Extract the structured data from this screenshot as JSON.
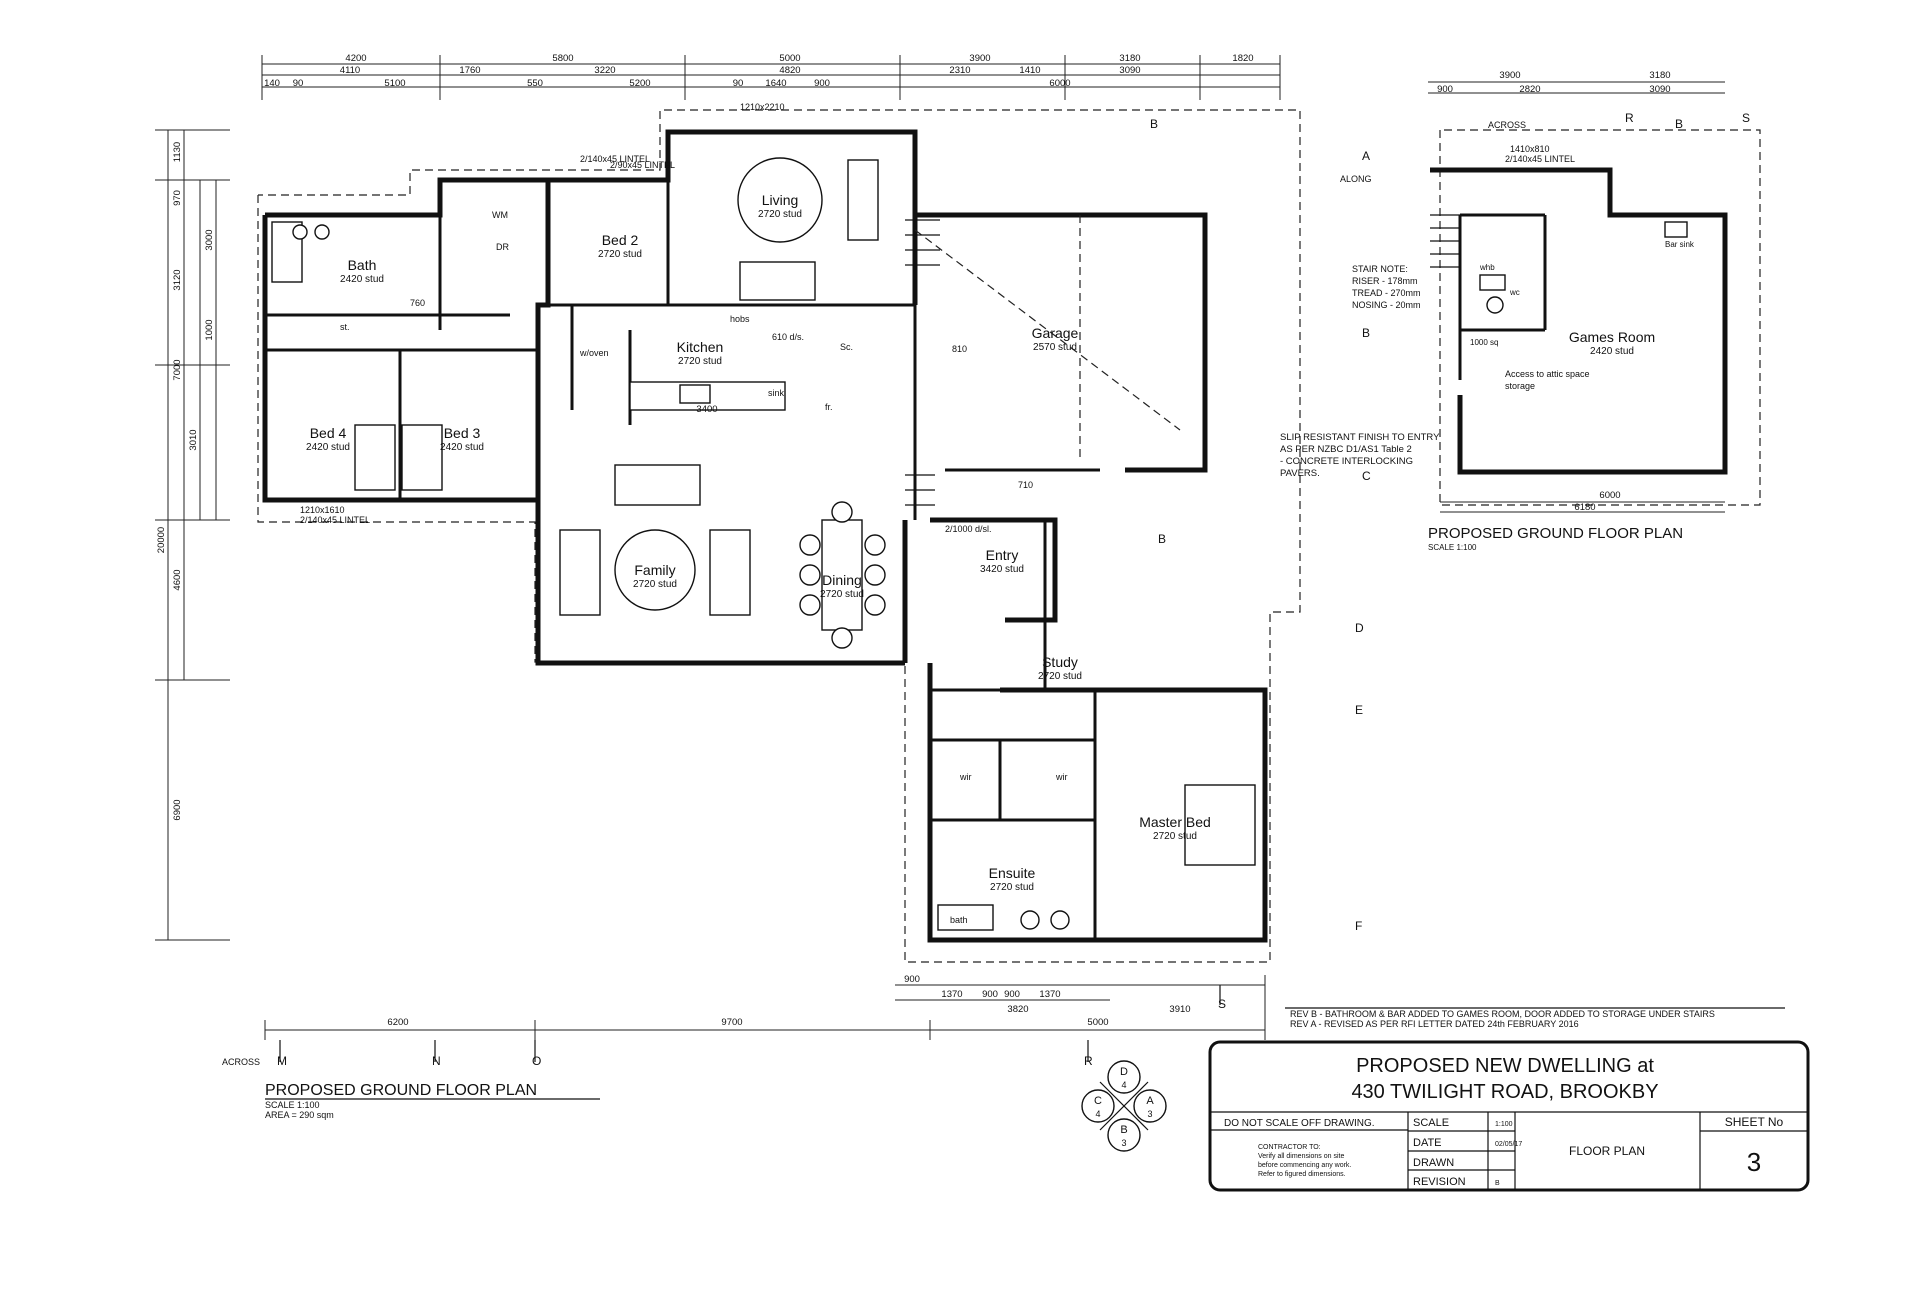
{
  "main_plan": {
    "title": "PROPOSED GROUND FLOOR PLAN",
    "scale": "SCALE 1:100",
    "area": "AREA = 290 sqm",
    "rooms": [
      {
        "name": "Bath",
        "stud": "2420 stud"
      },
      {
        "name": "Bed 2",
        "stud": "2720 stud"
      },
      {
        "name": "Living",
        "stud": "2720 stud"
      },
      {
        "name": "Kitchen",
        "stud": "2720 stud"
      },
      {
        "name": "Garage",
        "stud": "2570 stud"
      },
      {
        "name": "Bed 4",
        "stud": "2420 stud"
      },
      {
        "name": "Bed 3",
        "stud": "2420 stud"
      },
      {
        "name": "Family",
        "stud": "2720 stud"
      },
      {
        "name": "Dining",
        "stud": "2720 stud"
      },
      {
        "name": "Entry",
        "stud": "3420 stud"
      },
      {
        "name": "Study",
        "stud": "2720 stud"
      },
      {
        "name": "Master Bed",
        "stud": "2720 stud"
      },
      {
        "name": "Ensuite",
        "stud": "2720 stud"
      }
    ],
    "top_dims_row1": [
      "4200",
      "5800",
      "5000",
      "3900",
      "3180",
      "1820"
    ],
    "top_dims_row2": [
      "4110",
      "1760",
      "3220",
      "4820",
      "2310",
      "1410",
      "3090"
    ],
    "top_dims_row3": [
      "140",
      "90",
      "5100",
      "550",
      "5200",
      "90",
      "1640",
      "900",
      "6000"
    ],
    "bottom_dims": [
      "6200",
      "9700",
      "3910",
      "5000"
    ],
    "bottom_dims_small": [
      "900",
      "1370",
      "900",
      "900",
      "1370",
      "3820"
    ],
    "left_dims": [
      "1130",
      "970",
      "3000",
      "3120",
      "1000",
      "7000",
      "3010",
      "4600",
      "20000",
      "6900"
    ],
    "lintels": [
      "2/90x45 LINTEL",
      "2/140x45 LINTEL",
      "1210x2210",
      "1210x1610",
      "2/140x45 LINTEL"
    ],
    "labels": {
      "st": "st.",
      "wm": "WM",
      "dr": "DR",
      "hobs": "hobs",
      "sink": "sink",
      "woven": "w/oven",
      "fr": "fr.",
      "sc": "Sc.",
      "bath": "bath",
      "wir": "wir",
      "dw": "610 d/s.",
      "width3400": "3400",
      "entry_dim": "2/1000 d/sl.",
      "door810": "810",
      "door710": "710",
      "door760": "760"
    }
  },
  "games_plan": {
    "title": "PROPOSED GROUND FLOOR PLAN",
    "scale": "SCALE 1:100",
    "room": {
      "name": "Games Room",
      "stud": "2420 stud"
    },
    "top_dims1": [
      "3900",
      "3180"
    ],
    "top_dims2": [
      "900",
      "2820",
      "3090"
    ],
    "bottom_dims": [
      "6000",
      "6180"
    ],
    "stair_note": [
      "STAIR NOTE:",
      "RISER - 178mm",
      "TREAD - 270mm",
      "NOSING - 20mm"
    ],
    "storage_note": [
      "Access to attic space",
      "storage"
    ],
    "bar_sink": "Bar sink",
    "whb": "whb",
    "wc": "wc",
    "door_1000": "1000 sq",
    "lintel": "1410x810",
    "lintel2": "2/140x45 LINTEL",
    "across": "ACROSS",
    "along": "ALONG"
  },
  "slip_note": [
    "SLIP RESISTANT FINISH TO ENTRY",
    "AS PER NZBC D1/AS1 Table 2",
    "- CONCRETE INTERLOCKING",
    "PAVERS."
  ],
  "revisions": [
    "REV B - BATHROOM & BAR ADDED TO GAMES ROOM, DOOR ADDED TO STORAGE UNDER STAIRS",
    "REV A - REVISED AS PER RFI LETTER DATED 24th FEBRUARY 2016"
  ],
  "section_markers": [
    "A",
    "B",
    "C",
    "D",
    "E",
    "F",
    "M",
    "N",
    "O",
    "R",
    "S"
  ],
  "across_label": "ACROSS",
  "compass": {
    "top": "D",
    "top_num": "4",
    "left": "C",
    "left_num": "4",
    "right": "A",
    "right_num": "3",
    "bottom": "B",
    "bottom_num": "3"
  },
  "title_block": {
    "project_line1": "PROPOSED NEW DWELLING at",
    "project_line2": "430 TWILIGHT ROAD, BROOKBY",
    "warning": "DO NOT SCALE OFF DRAWING.",
    "contractor_note": [
      "CONTRACTOR TO:",
      "Verify all dimensions on site",
      "before commencing any work.",
      "Refer to figured dimensions."
    ],
    "fields": [
      {
        "label": "SCALE",
        "value": "1:100"
      },
      {
        "label": "DATE",
        "value": "02/05/17"
      },
      {
        "label": "DRAWN",
        "value": ""
      },
      {
        "label": "REVISION",
        "value": "B"
      }
    ],
    "drawing_title": "FLOOR PLAN",
    "sheet_label": "SHEET No",
    "sheet_number": "3"
  }
}
